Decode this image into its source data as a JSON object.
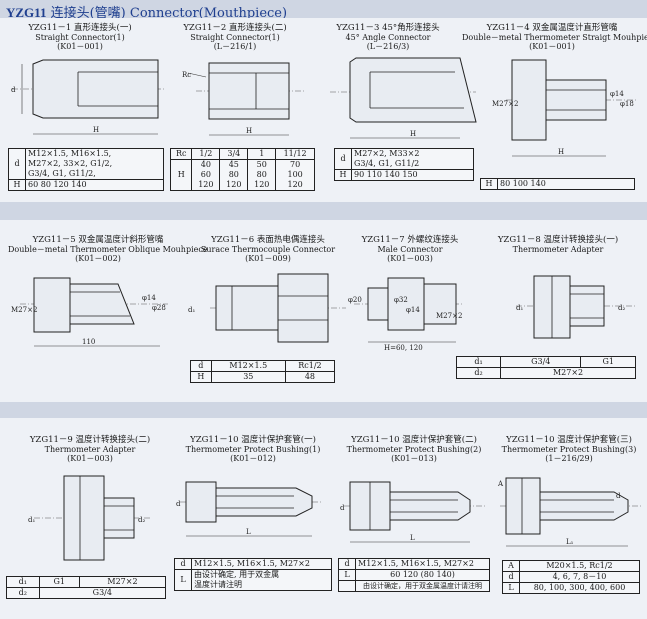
{
  "header": {
    "model": "YZG11",
    "title_cn": "连接头(管嘴)",
    "title_en": "Connector(Mouthpiece)"
  },
  "items": [
    {
      "caption": [
        "YZG11－1 直形连接头(一)",
        "Straight Connector(1)",
        "(K01－001)"
      ],
      "labels": [
        "d",
        "H"
      ],
      "table": {
        "d": [
          "M12×1.5, M16×1.5,",
          "M27×2, 33×2, G1/2,",
          "G3/4, G1, G11/2,"
        ],
        "H": "60   80   120   140"
      }
    },
    {
      "caption": [
        "YZG11－2 直形连接头(二)",
        "Straight Connector(1)",
        "(L－216/1)"
      ],
      "labels": [
        "Rc",
        "H"
      ],
      "table": {
        "rc_header": [
          "Rc",
          "1/2",
          "3/4",
          "1",
          "11/12"
        ],
        "h_label": "H",
        "h_cols": [
          [
            "40",
            "60",
            "120"
          ],
          [
            "45",
            "80",
            "120"
          ],
          [
            "50",
            "80",
            "120"
          ],
          [
            "70",
            "100",
            "120"
          ]
        ]
      }
    },
    {
      "caption": [
        "YZG11－3 45°角形连接头",
        "45° Angle Connector",
        "(L－216/3)"
      ],
      "labels": [
        "H"
      ],
      "table": {
        "d": [
          "M27×2, M33×2",
          "G3/4, G1, G11/2"
        ],
        "H": "90  110  140  150"
      }
    },
    {
      "caption": [
        "YZG11－4 双金属温度计直形管嘴",
        "Double－metal Thermometer Straigt Mouhpiece",
        "(K01－001)"
      ],
      "labels": [
        "M27×2",
        "φ14",
        "φ18",
        "H"
      ],
      "table": {
        "H": "80   100   140"
      }
    },
    {
      "caption": [
        "YZG11－5 双金属温度计斜形管嘴",
        "Double－metal Thermometer Oblique Mouhpiece",
        "(K01－002)"
      ],
      "labels": [
        "M27×2",
        "φ14",
        "φ28",
        "110"
      ]
    },
    {
      "caption": [
        "YZG11－6 表面热电偶连接头",
        "Surace Thermocouple Connector",
        "(K01－009)"
      ],
      "labels": [
        "d₁"
      ],
      "table": {
        "d_label": "d",
        "d_vals": [
          "M12×1.5",
          "Rc1/2"
        ],
        "h_label": "H",
        "h_vals": [
          "35",
          "48"
        ]
      }
    },
    {
      "caption": [
        "YZG11－7 外螺纹连接头",
        "Male Connector",
        "(K01－003)"
      ],
      "labels": [
        "φ20",
        "φ32",
        "φ14",
        "M27×2",
        "H=60, 120"
      ]
    },
    {
      "caption": [
        "YZG11－8 温度计转换接头(一)",
        "Thermometer Adapter"
      ],
      "labels": [
        "d₁",
        "d₂"
      ],
      "table": {
        "r1": [
          "d₁",
          "G3/4",
          "G1"
        ],
        "r2": [
          "d₂",
          "M27×2"
        ]
      }
    },
    {
      "caption": [
        "YZG11－9 温度计转换接头(二)",
        "Thermometer Adapter",
        "(K01－003)"
      ],
      "labels": [
        "d₁",
        "d₂"
      ],
      "table": {
        "r1": [
          "d₁",
          "G1",
          "M27×2"
        ],
        "r2": [
          "d₂",
          "G3/4"
        ]
      }
    },
    {
      "caption": [
        "YZG11－10 温度计保护套管(一)",
        "Thermometer Protect Bushing(1)",
        "(K01－012)"
      ],
      "labels": [
        "d",
        "L"
      ],
      "table": {
        "d": "M12×1.5, M16×1.5, M27×2",
        "L": [
          "由设计确定, 用于双金属",
          "温度计请注明"
        ]
      }
    },
    {
      "caption": [
        "YZG11－10 温度计保护套管(二)",
        "Thermometer Protect Bushing(2)",
        "(K01－013)"
      ],
      "labels": [
        "d",
        "L"
      ],
      "table": {
        "d": "M12×1.5, M16×1.5, M27×2",
        "L": "60  120  (80  140)",
        "note": "由设计确定，用于双金属温度计请注明"
      }
    },
    {
      "caption": [
        "YZG11－10 温度计保护套管(三)",
        "Thermometer Protect Bushing(3)",
        "(1－216/29)"
      ],
      "labels": [
        "A",
        "d",
        "L₁"
      ],
      "table": {
        "A": "M20×1.5, Rc1/2",
        "d": "4, 6, 7, 8－10",
        "L": "80, 100, 300, 400, 600"
      }
    }
  ]
}
